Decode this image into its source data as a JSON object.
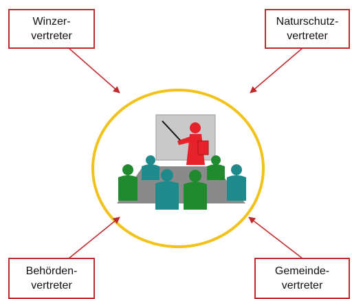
{
  "boxes": {
    "top_left": {
      "line1": "Winzer-",
      "line2": "vertreter"
    },
    "top_right": {
      "line1": "Naturschutz-",
      "line2": "vertreter"
    },
    "bottom_left": {
      "line1": "Behörden-",
      "line2": "vertreter"
    },
    "bottom_right": {
      "line1": "Gemeinde-",
      "line2": "vertreter"
    }
  },
  "colors": {
    "box_border": "#c0292b",
    "arrow": "#c0292b",
    "circle": "#f2c218",
    "presenter": "#e8222a",
    "board": "#c9c9c9",
    "table": "#8a8a8a",
    "person_green": "#1f8a2e",
    "person_teal": "#1f8a8c"
  },
  "icons": [
    "meeting-presentation-icon"
  ]
}
